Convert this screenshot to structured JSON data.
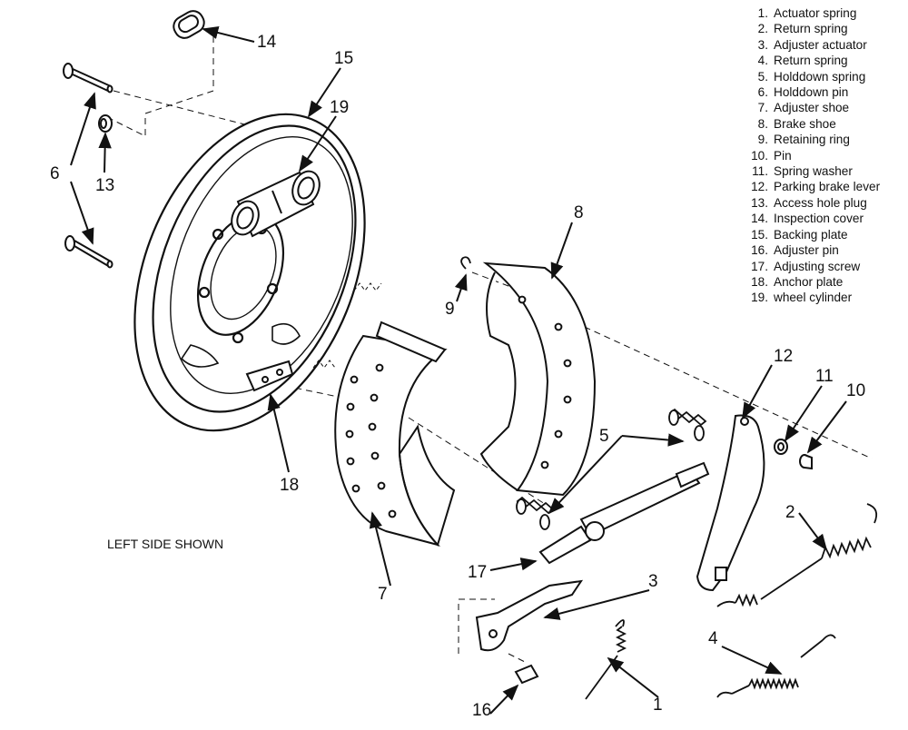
{
  "figure": {
    "note": "LEFT SIDE SHOWN"
  },
  "legend": [
    {
      "num": "1.",
      "name": "Actuator spring"
    },
    {
      "num": "2.",
      "name": "Return spring"
    },
    {
      "num": "3.",
      "name": "Adjuster actuator"
    },
    {
      "num": "4.",
      "name": "Return spring"
    },
    {
      "num": "5.",
      "name": "Holddown spring"
    },
    {
      "num": "6.",
      "name": "Holddown pin"
    },
    {
      "num": "7.",
      "name": "Adjuster shoe"
    },
    {
      "num": "8.",
      "name": "Brake shoe"
    },
    {
      "num": "9.",
      "name": "Retaining ring"
    },
    {
      "num": "10.",
      "name": "Pin"
    },
    {
      "num": "11.",
      "name": "Spring washer"
    },
    {
      "num": "12.",
      "name": "Parking brake lever"
    },
    {
      "num": "13.",
      "name": "Access hole plug"
    },
    {
      "num": "14.",
      "name": "Inspection cover"
    },
    {
      "num": "15.",
      "name": "Backing plate"
    },
    {
      "num": "16.",
      "name": "Adjuster pin"
    },
    {
      "num": "17.",
      "name": "Adjusting screw"
    },
    {
      "num": "18.",
      "name": "Anchor plate"
    },
    {
      "num": "19.",
      "name": "wheel cylinder"
    }
  ],
  "callouts": [
    "1",
    "2",
    "3",
    "4",
    "5",
    "6",
    "7",
    "8",
    "9",
    "10",
    "11",
    "12",
    "13",
    "14",
    "15",
    "16",
    "17",
    "18",
    "19"
  ],
  "style": {
    "line_color": "#111111",
    "paper_color": "#ffffff"
  }
}
